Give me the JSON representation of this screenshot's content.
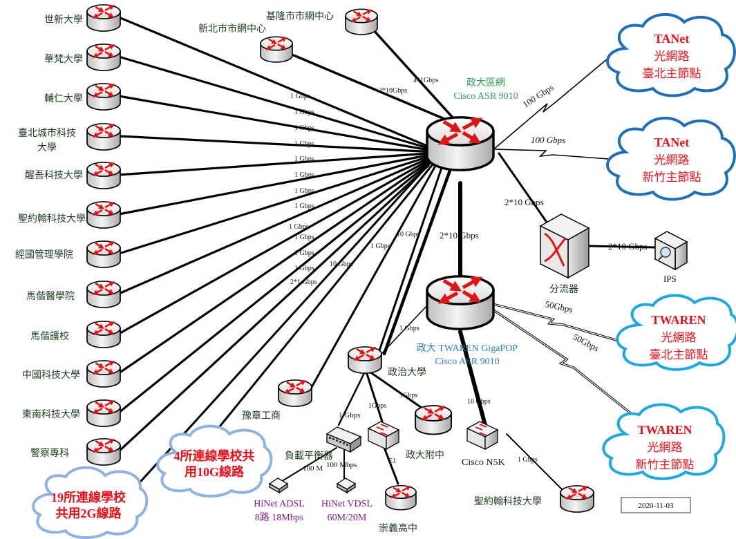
{
  "title": "政大校園網路架構圖",
  "colors": {
    "link": "#000000",
    "router_arrow": "#e01414",
    "site_label": "#1f3d1f",
    "core_label_green": "#2e9b5a",
    "gigapop_label_blue": "#2a7fb8",
    "tanet_cloud_stroke": "#1e6fb8",
    "twaren_cloud_stroke": "#1ea8e0",
    "school_cloud_stroke": "#8fb3e0",
    "cloud_text": "#e8101a",
    "hinet_text": "#7a1f8a"
  },
  "core_router": {
    "name": "政大區網",
    "model": "Cisco ASR 9010"
  },
  "gigapop_router": {
    "name": "政大 TWAREN GigaPOP",
    "model": "Cisco ASR 9010"
  },
  "core_to_gigapop_link": "2*10 Gbps",
  "left_sites": [
    {
      "name": "世新大學",
      "speed": "1 Gbps"
    },
    {
      "name": "華梵大學",
      "speed": "1 Gbps"
    },
    {
      "name": "輔仁大學",
      "speed": "1 Gbps"
    },
    {
      "name": "臺北城市科技",
      "name2": "大學",
      "speed": "1 Gbps"
    },
    {
      "name": "醒吾科技大學",
      "speed": "1 Gbps"
    },
    {
      "name": "聖約翰科技大學",
      "speed": "1 Gbps"
    },
    {
      "name": "經國管理學院",
      "speed": "1 Gbps"
    },
    {
      "name": "馬偕醫學院",
      "speed": "1 Gbps"
    },
    {
      "name": "馬偕護校",
      "speed": "1 Gbps"
    },
    {
      "name": "中國科技大學",
      "speed": "1 Gbps"
    },
    {
      "name": "東南科技大學",
      "speed": "1 Gbps"
    },
    {
      "name": "警察專科",
      "speed": "1 Gbps"
    }
  ],
  "extra_link_labels": {
    "school_cloud_link": "2*1 Gbps",
    "yuzhang_link": "10 Gbps",
    "nccu_link_1": "1 Gbps",
    "nccu_link_10": "10 Gbps",
    "extra_1g": "1 Gbps"
  },
  "top_sites": {
    "keelung": {
      "name": "基隆市市網中心",
      "speed": "4*1Gbps"
    },
    "newtaipei": {
      "name": "新北市市網中心",
      "speed": "2*10Gbps"
    }
  },
  "tanet_clouds": [
    {
      "line1": "TANet",
      "line2": "光網路",
      "line3": "臺北主節點",
      "speed": "100 Gbps"
    },
    {
      "line1": "TANet",
      "line2": "光網路",
      "line3": "新竹主節點",
      "speed": "100 Gbps"
    }
  ],
  "twaren_clouds": [
    {
      "line1": "TWAREN",
      "line2": "光網路",
      "line3": "臺北主節點",
      "speed": "50Gbps"
    },
    {
      "line1": "TWAREN",
      "line2": "光網路",
      "line3": "新竹主節點",
      "speed": "50Gbps"
    }
  ],
  "splitter": {
    "name": "分流器",
    "uplink": "2*10 Gbps",
    "ips_link": "2*10 Gbps"
  },
  "ips": {
    "name": "IPS"
  },
  "school_clouds": [
    {
      "line1": "19所連線學校",
      "line2": "共用2G線路"
    },
    {
      "line1": "4所連線學校共",
      "line2": "用10G線路"
    }
  ],
  "yuzhang": {
    "name": "豫章工商"
  },
  "nccu": {
    "name": "政治大學",
    "gigapop_link": "1 Gbps"
  },
  "load_balancer": {
    "name": "負載平衡器",
    "uplink": "1 Gbps",
    "adsl_link": "100 M",
    "vdsl_link": "100 Mbps"
  },
  "nccu_switch": {
    "uplink": "1Gbps",
    "downlink": "E1"
  },
  "nccu_affiliated": {
    "name": "政大附中",
    "link": "1Gbps"
  },
  "chongyi": {
    "name": "崇義高中"
  },
  "hinet_adsl": {
    "line1": "HiNet ADSL",
    "line2": "8路 18Mbps"
  },
  "hinet_vdsl": {
    "line1": "HiNet VDSL",
    "line2": "60M/20M"
  },
  "n5k": {
    "name": "Cisco N5K",
    "uplink": "10 Gbps",
    "downlink": "1 Gbps"
  },
  "sju_bottom": {
    "name": "聖約翰科技大學"
  },
  "date": "2020-11-03"
}
